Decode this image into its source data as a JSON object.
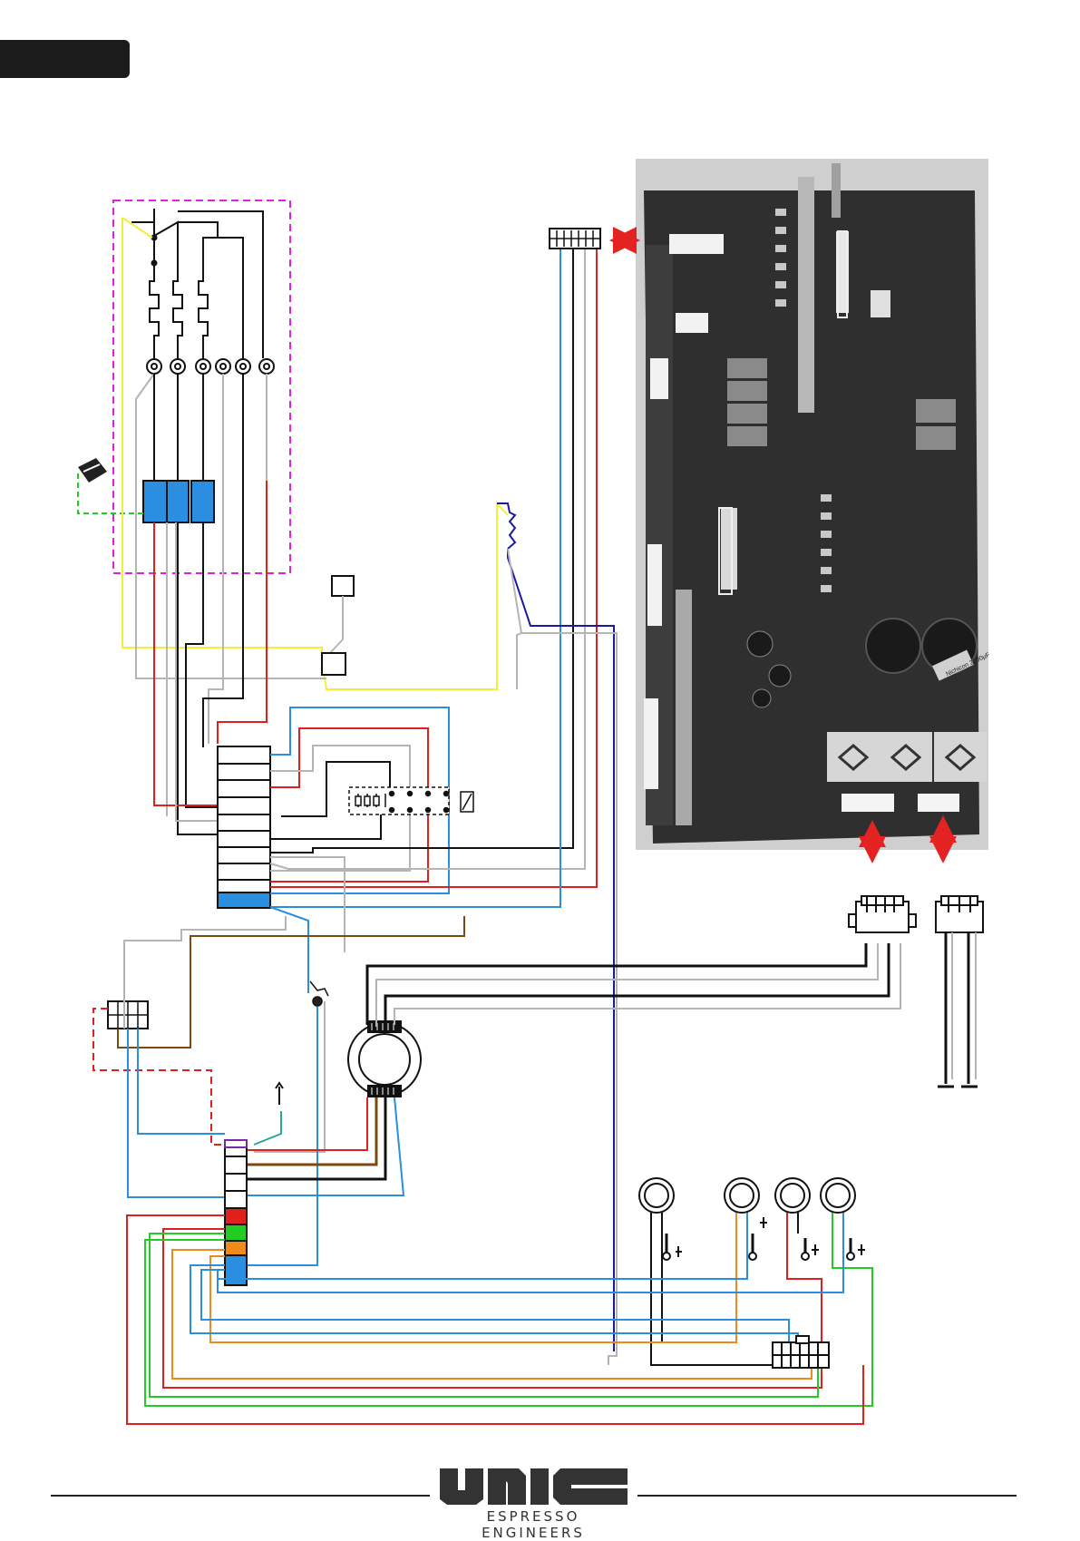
{
  "header": {
    "tab_label": ""
  },
  "brand": {
    "logo": "UNIC",
    "tagline": "ESPRESSO ENGINEERS"
  },
  "board_labels": {
    "capacitor_text": "Nichicon 2200μF"
  },
  "colors": {
    "red": "#e0201b",
    "blue": "#2a8fe0",
    "yellow": "#f2ee3a",
    "green": "#22cc22",
    "orange": "#f08a1c",
    "brown": "#7a4a12",
    "grey": "#b5b5b5",
    "black": "#111111",
    "navy": "#1a1aa0",
    "magenta_dash": "#e020e0",
    "arrow_red": "#e52222"
  }
}
